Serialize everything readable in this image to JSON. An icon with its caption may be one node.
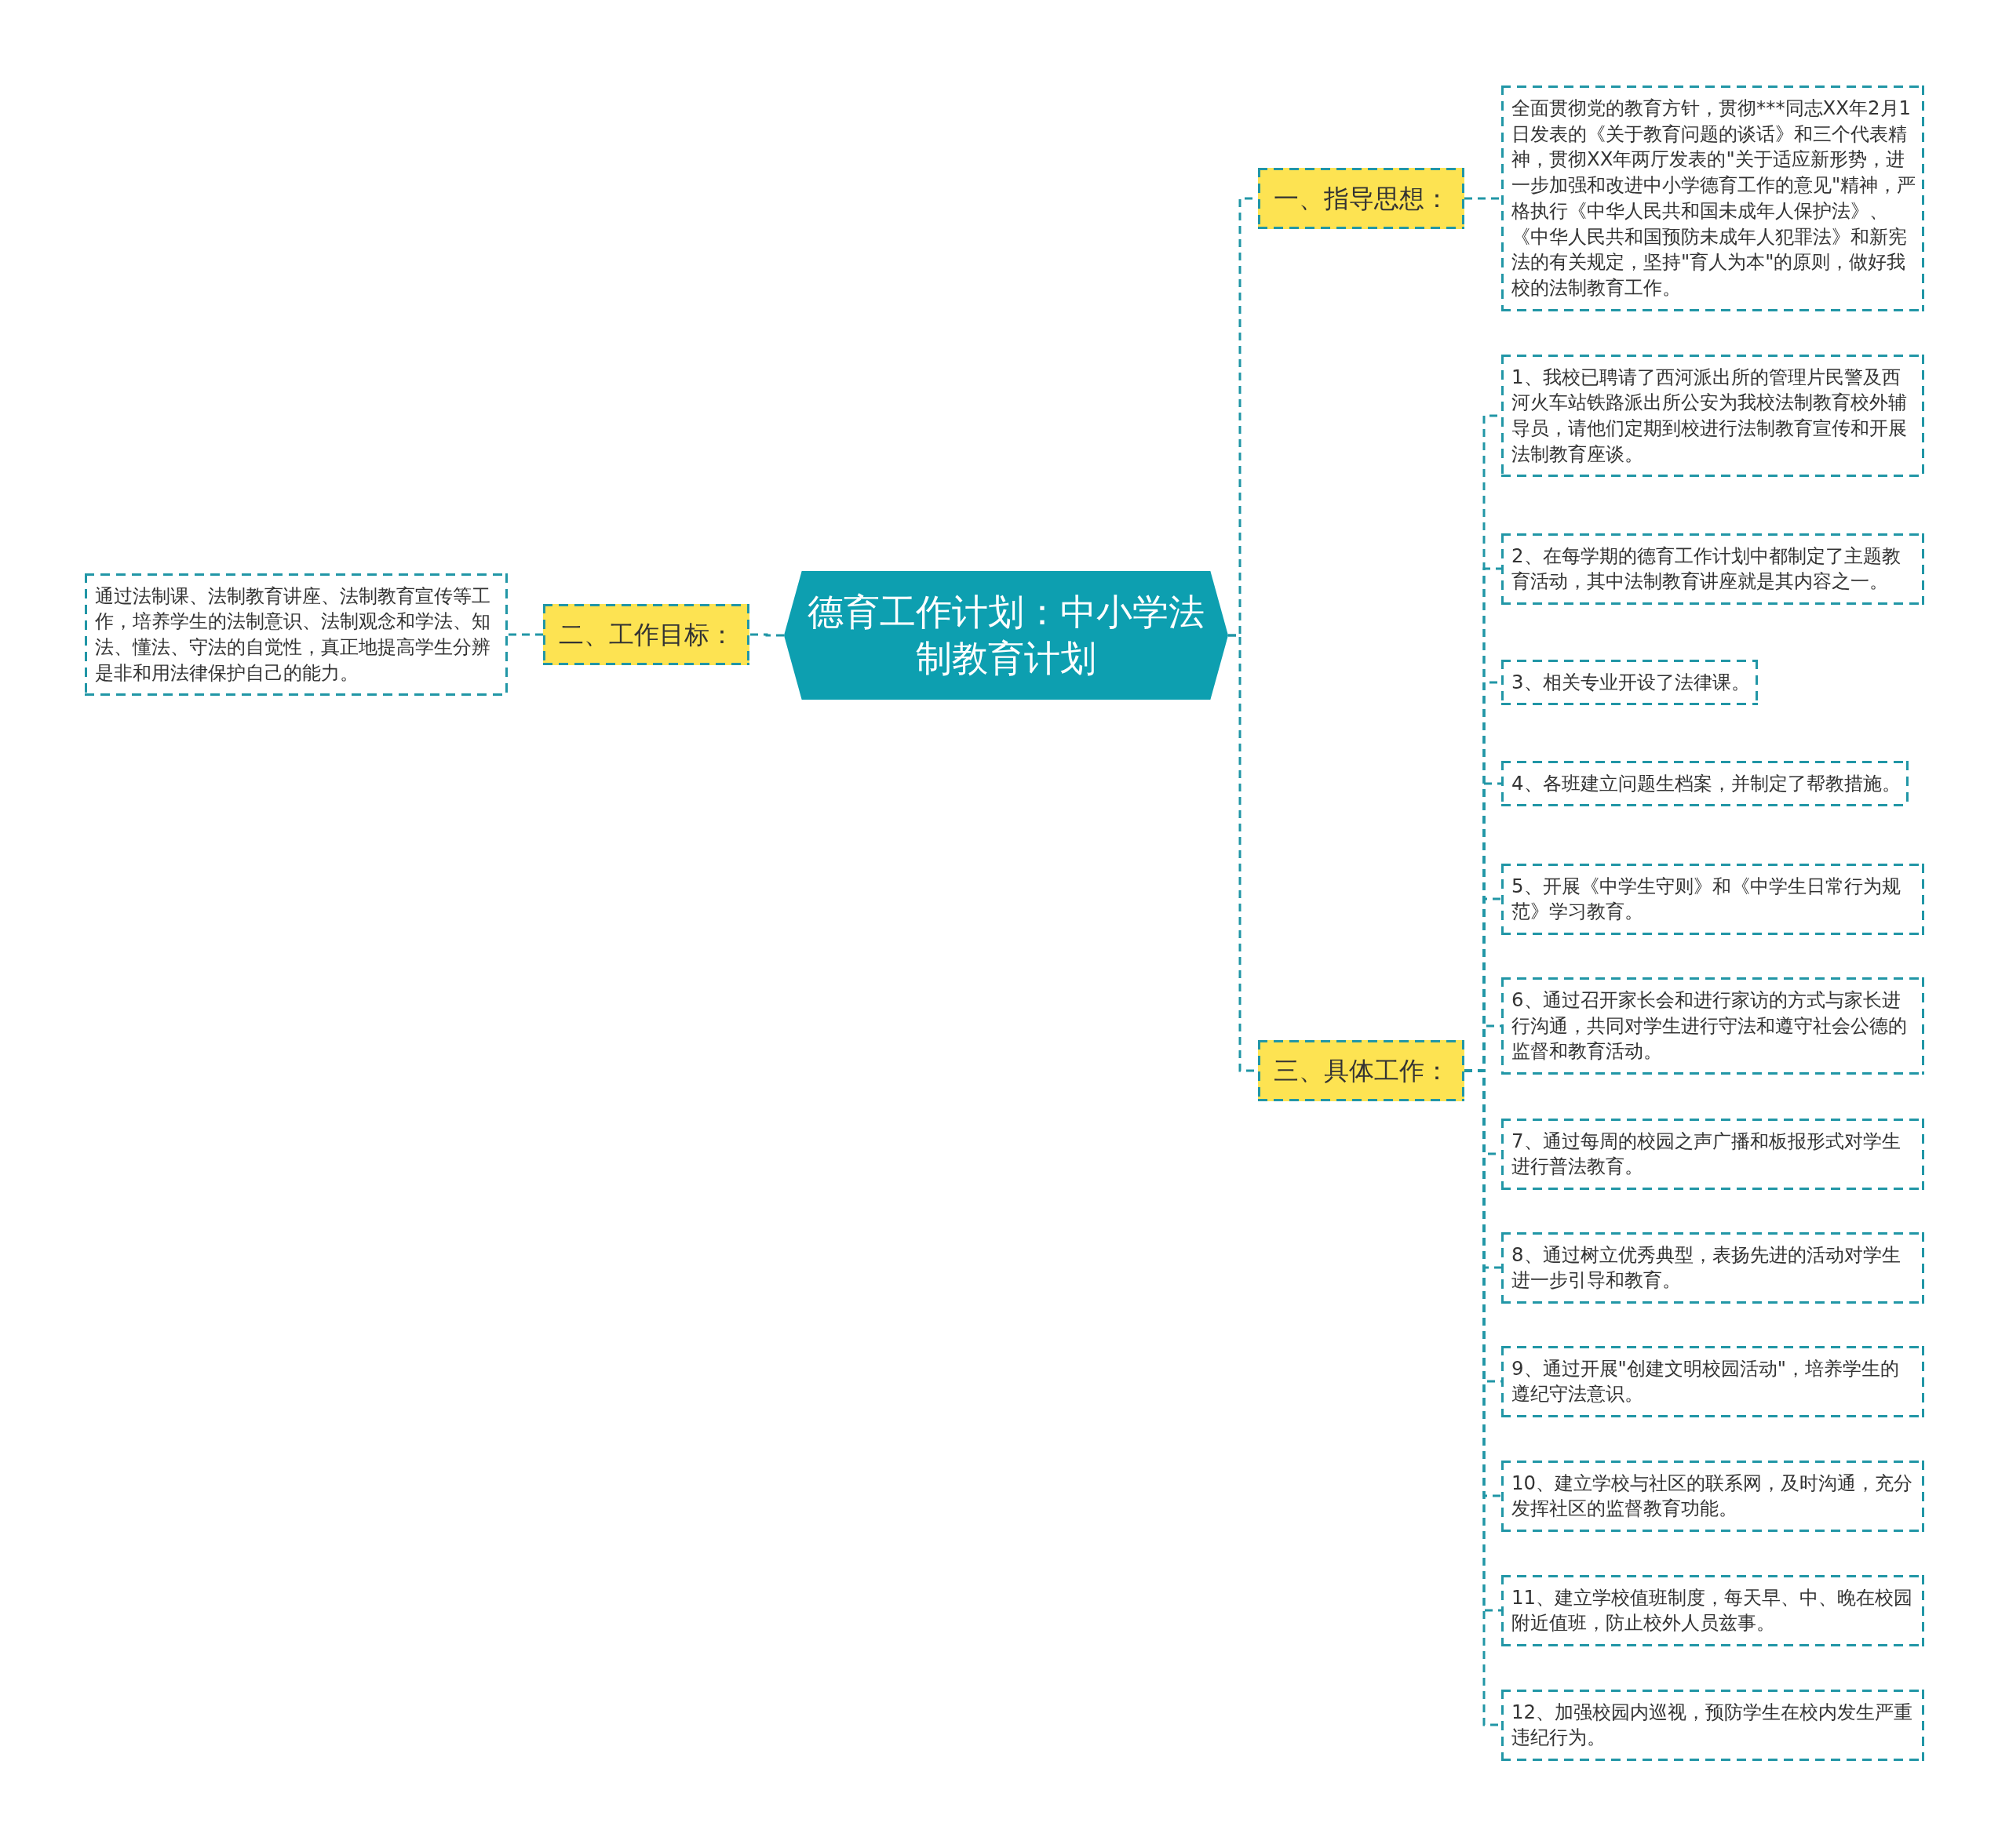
{
  "diagram": {
    "nodes": [
      {
        "text": [
          "德育工作计划：中小学法制教育计划"
        ]
      },
      {
        "text": [
          "一、指导思想："
        ]
      },
      {
        "text": [
          "全面贯彻党的教育方针，贯彻***同志XX年2月1日发表的《关于教育问题的谈话》和三个代表精神，贯彻XX年两厅发表的\"关于适应新形势，进一步加强和改进中小学德育工作的意见\"精神，严格执行《中华人民共和国未成年人保护法》、《中华人民共和国预防未成年人犯罪法》和新宪法的有关规定，坚持\"育人为本\"的原则，做好我校的法制教育工作。"
        ]
      },
      {
        "text": [
          "二、工作目标："
        ]
      },
      {
        "text": [
          "通过法制课、法制教育讲座、法制教育宣传等工作，培养学生的法制意识、法制观念和学法、知法、懂法、守法的自觉性，真正地提高学生分辨是非和用法律保护自己的能力。"
        ]
      },
      {
        "text": [
          "三、具体工作："
        ]
      },
      {
        "text": [
          "1、我校已聘请了西河派出所的管理片民警及西河火车站铁路派出所公安为我校法制教育校外辅导员，请他们定期到校进行法制教育宣传和开展法制教育座谈。"
        ]
      },
      {
        "text": [
          "2、在每学期的德育工作计划中都制定了主题教育活动，其中法制教育讲座就是其内容之一。"
        ]
      },
      {
        "text": [
          "3、相关专业开设了法律课。"
        ]
      },
      {
        "text": [
          "4、各班建立问题生档案，并制定了帮教措施。"
        ]
      },
      {
        "text": [
          "5、开展《中学生守则》和《中学生日常行为规范》学习教育。"
        ]
      },
      {
        "text": [
          "6、通过召开家长会和进行家访的方式与家长进行沟通，共同对学生进行守法和遵守社会公德的监督和教育活动。"
        ]
      },
      {
        "text": [
          "7、通过每周的校园之声广播和板报形式对学生进行普法教育。"
        ]
      },
      {
        "text": [
          "8、通过树立优秀典型，表扬先进的活动对学生进一步引导和教育。"
        ]
      },
      {
        "text": [
          "9、通过开展\"创建文明校园活动\"，培养学生的遵纪守法意识。"
        ]
      },
      {
        "text": [
          "10、建立学校与社区的联系网，及时沟通，充分发挥社区的监督教育功能。"
        ]
      },
      {
        "text": [
          "11、建立学校值班制度，每天早、中、晚在校园附近值班，防止校外人员兹事。"
        ]
      },
      {
        "text": [
          "12、加强校园内巡视，预防学生在校内发生严重违纪行为。"
        ]
      }
    ],
    "edges": [
      {
        "from": 0,
        "to": 1,
        "arrow": "none"
      },
      {
        "from": 1,
        "to": 2,
        "arrow": "none"
      },
      {
        "from": 0,
        "to": 3,
        "arrow": "none"
      },
      {
        "from": 3,
        "to": 4,
        "arrow": "none"
      },
      {
        "from": 0,
        "to": 5,
        "arrow": "none"
      },
      {
        "from": 5,
        "to": 6,
        "arrow": "none"
      },
      {
        "from": 5,
        "to": 7,
        "arrow": "none"
      },
      {
        "from": 5,
        "to": 8,
        "arrow": "none"
      },
      {
        "from": 5,
        "to": 9,
        "arrow": "none"
      },
      {
        "from": 5,
        "to": 10,
        "arrow": "none"
      },
      {
        "from": 5,
        "to": 11,
        "arrow": "none"
      },
      {
        "from": 5,
        "to": 12,
        "arrow": "none"
      },
      {
        "from": 5,
        "to": 13,
        "arrow": "none"
      },
      {
        "from": 5,
        "to": 14,
        "arrow": "none"
      },
      {
        "from": 5,
        "to": 15,
        "arrow": "none"
      },
      {
        "from": 5,
        "to": 16,
        "arrow": "none"
      },
      {
        "from": 5,
        "to": 17,
        "arrow": "none"
      }
    ]
  }
}
